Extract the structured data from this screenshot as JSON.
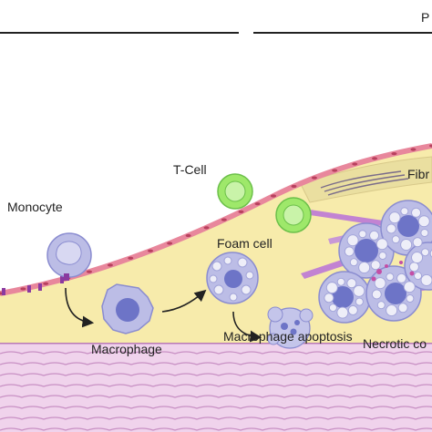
{
  "labels": {
    "header_partial": "P",
    "monocyte": "Monocyte",
    "t_cell": "T-Cell",
    "foam_cell": "Foam cell",
    "macrophage": "Macrophage",
    "macrophage_apoptosis": "Macrophage apoptosis",
    "necrotic_core_partial": "Necrotic co",
    "fibrous_partial": "Fibr"
  },
  "colors": {
    "plaque": "#f7ebab",
    "endothelium": "#e8879c",
    "endothelium_dots": "#b8405e",
    "media": "#f0d3ec",
    "media_lines": "#b87ab5",
    "cell_body": "#bcbde6",
    "cell_nucleus": "#6d74c7",
    "t_cell": "#9ee86a",
    "muscle_cells": "#b871d8",
    "arrow": "#222222"
  }
}
